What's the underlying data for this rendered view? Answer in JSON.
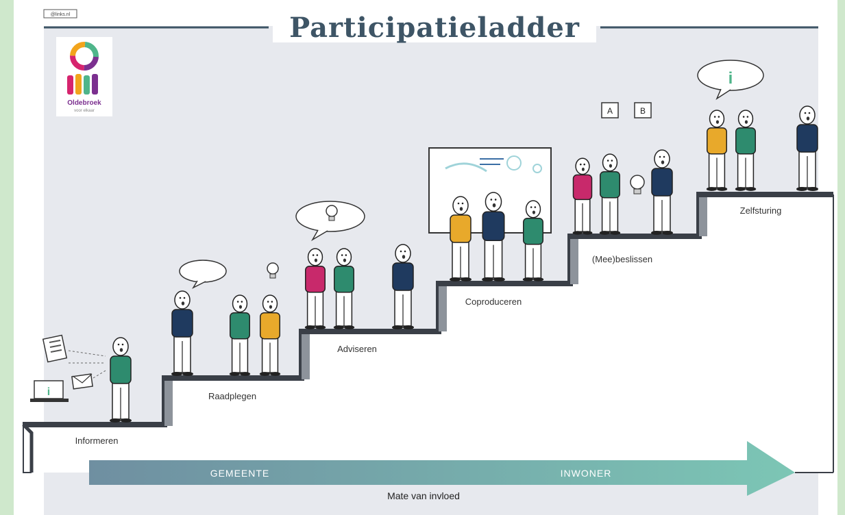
{
  "title": "Participatieladder",
  "credit_label": "@links.nl",
  "logo": {
    "name": "Oldebroek",
    "tagline": "voor elkaar",
    "ring_colors": [
      "#7b2f8f",
      "#d6246e",
      "#f2a41c",
      "#4fb58a"
    ]
  },
  "steps": [
    {
      "label": "Informeren"
    },
    {
      "label": "Raadplegen"
    },
    {
      "label": "Adviseren"
    },
    {
      "label": "Coproduceren"
    },
    {
      "label": "(Mee)beslissen"
    },
    {
      "label": "Zelfsturing"
    }
  ],
  "arrow": {
    "left_label": "GEMEENTE",
    "right_label": "INWONER",
    "caption": "Mate van invloed",
    "color_start": "#6f8fa1",
    "color_end": "#7cc6b5"
  },
  "choice_cards": [
    "A",
    "B"
  ],
  "info_symbol": "i",
  "person_colors": {
    "navy": "#1f3a5f",
    "green": "#2e8b6e",
    "yellow": "#e8a92b",
    "magenta": "#c8296b"
  },
  "colors": {
    "background_panel": "#e7e9ee",
    "stair_face": "#3a3f47",
    "title": "#3e5566"
  }
}
